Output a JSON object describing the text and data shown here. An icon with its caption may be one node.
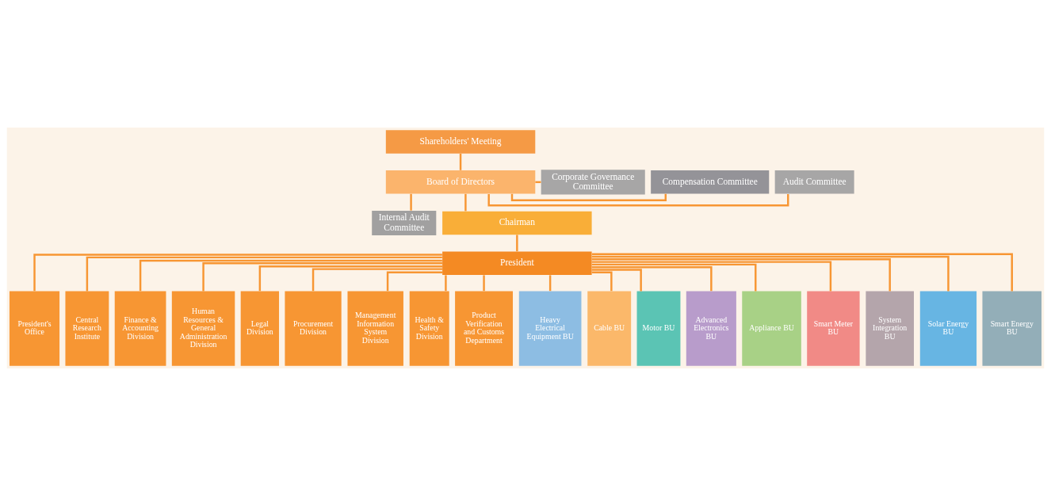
{
  "diagram": {
    "nodes": [
      {
        "text": [
          "Shareholders' Meeting"
        ]
      },
      {
        "text": [
          "Board of Directors"
        ]
      },
      {
        "text": [
          "Audit Committee"
        ]
      },
      {
        "text": [
          "Compensation Committee"
        ]
      },
      {
        "text": [
          "Corporate Governance Committee"
        ]
      },
      {
        "text": [
          "Internal Audit Committee"
        ]
      },
      {
        "text": [
          "Chairman"
        ]
      },
      {
        "text": [
          "President"
        ]
      },
      {
        "text": [
          "President's Office"
        ]
      },
      {
        "text": [
          "Central Research Institute"
        ]
      },
      {
        "text": [
          "Finance & Accounting Division"
        ]
      },
      {
        "text": [
          "Human Resources & General Administration Division"
        ]
      },
      {
        "text": [
          "Legal Division"
        ]
      },
      {
        "text": [
          "Procurement Division"
        ]
      },
      {
        "text": [
          "Management Information System Division"
        ]
      },
      {
        "text": [
          "Health & Safety Division"
        ]
      },
      {
        "text": [
          "Product Verification and Customs Department"
        ]
      },
      {
        "text": [
          "Heavy Electrical Equipment BU"
        ]
      },
      {
        "text": [
          "Cable BU"
        ]
      },
      {
        "text": [
          "Motor BU"
        ]
      },
      {
        "text": [
          "Advanced Electronics BU"
        ]
      },
      {
        "text": [
          "Appliance BU"
        ]
      },
      {
        "text": [
          "Smart Meter BU"
        ]
      },
      {
        "text": [
          "System Integration BU"
        ]
      },
      {
        "text": [
          "Solar Energy BU"
        ]
      },
      {
        "text": [
          "Smart Energy BU"
        ]
      }
    ],
    "edges": [
      {
        "from": 0,
        "to": 1,
        "arrow": "none"
      },
      {
        "from": 1,
        "to": 2,
        "arrow": "none"
      },
      {
        "from": 1,
        "to": 3,
        "arrow": "none"
      },
      {
        "from": 1,
        "to": 4,
        "arrow": "none"
      },
      {
        "from": 1,
        "to": 5,
        "arrow": "none"
      },
      {
        "from": 1,
        "to": 6,
        "arrow": "none"
      },
      {
        "from": 6,
        "to": 7,
        "arrow": "none"
      },
      {
        "from": 7,
        "to": 8,
        "arrow": "none"
      },
      {
        "from": 7,
        "to": 9,
        "arrow": "none"
      },
      {
        "from": 7,
        "to": 10,
        "arrow": "none"
      },
      {
        "from": 7,
        "to": 11,
        "arrow": "none"
      },
      {
        "from": 7,
        "to": 12,
        "arrow": "none"
      },
      {
        "from": 7,
        "to": 13,
        "arrow": "none"
      },
      {
        "from": 7,
        "to": 14,
        "arrow": "none"
      },
      {
        "from": 7,
        "to": 15,
        "arrow": "none"
      },
      {
        "from": 7,
        "to": 16,
        "arrow": "none"
      },
      {
        "from": 7,
        "to": 17,
        "arrow": "none"
      },
      {
        "from": 7,
        "to": 18,
        "arrow": "none"
      },
      {
        "from": 7,
        "to": 19,
        "arrow": "none"
      },
      {
        "from": 7,
        "to": 20,
        "arrow": "none"
      },
      {
        "from": 7,
        "to": 21,
        "arrow": "none"
      },
      {
        "from": 7,
        "to": 22,
        "arrow": "none"
      },
      {
        "from": 7,
        "to": 23,
        "arrow": "none"
      },
      {
        "from": 7,
        "to": 24,
        "arrow": "none"
      },
      {
        "from": 7,
        "to": 25,
        "arrow": "none"
      }
    ]
  }
}
